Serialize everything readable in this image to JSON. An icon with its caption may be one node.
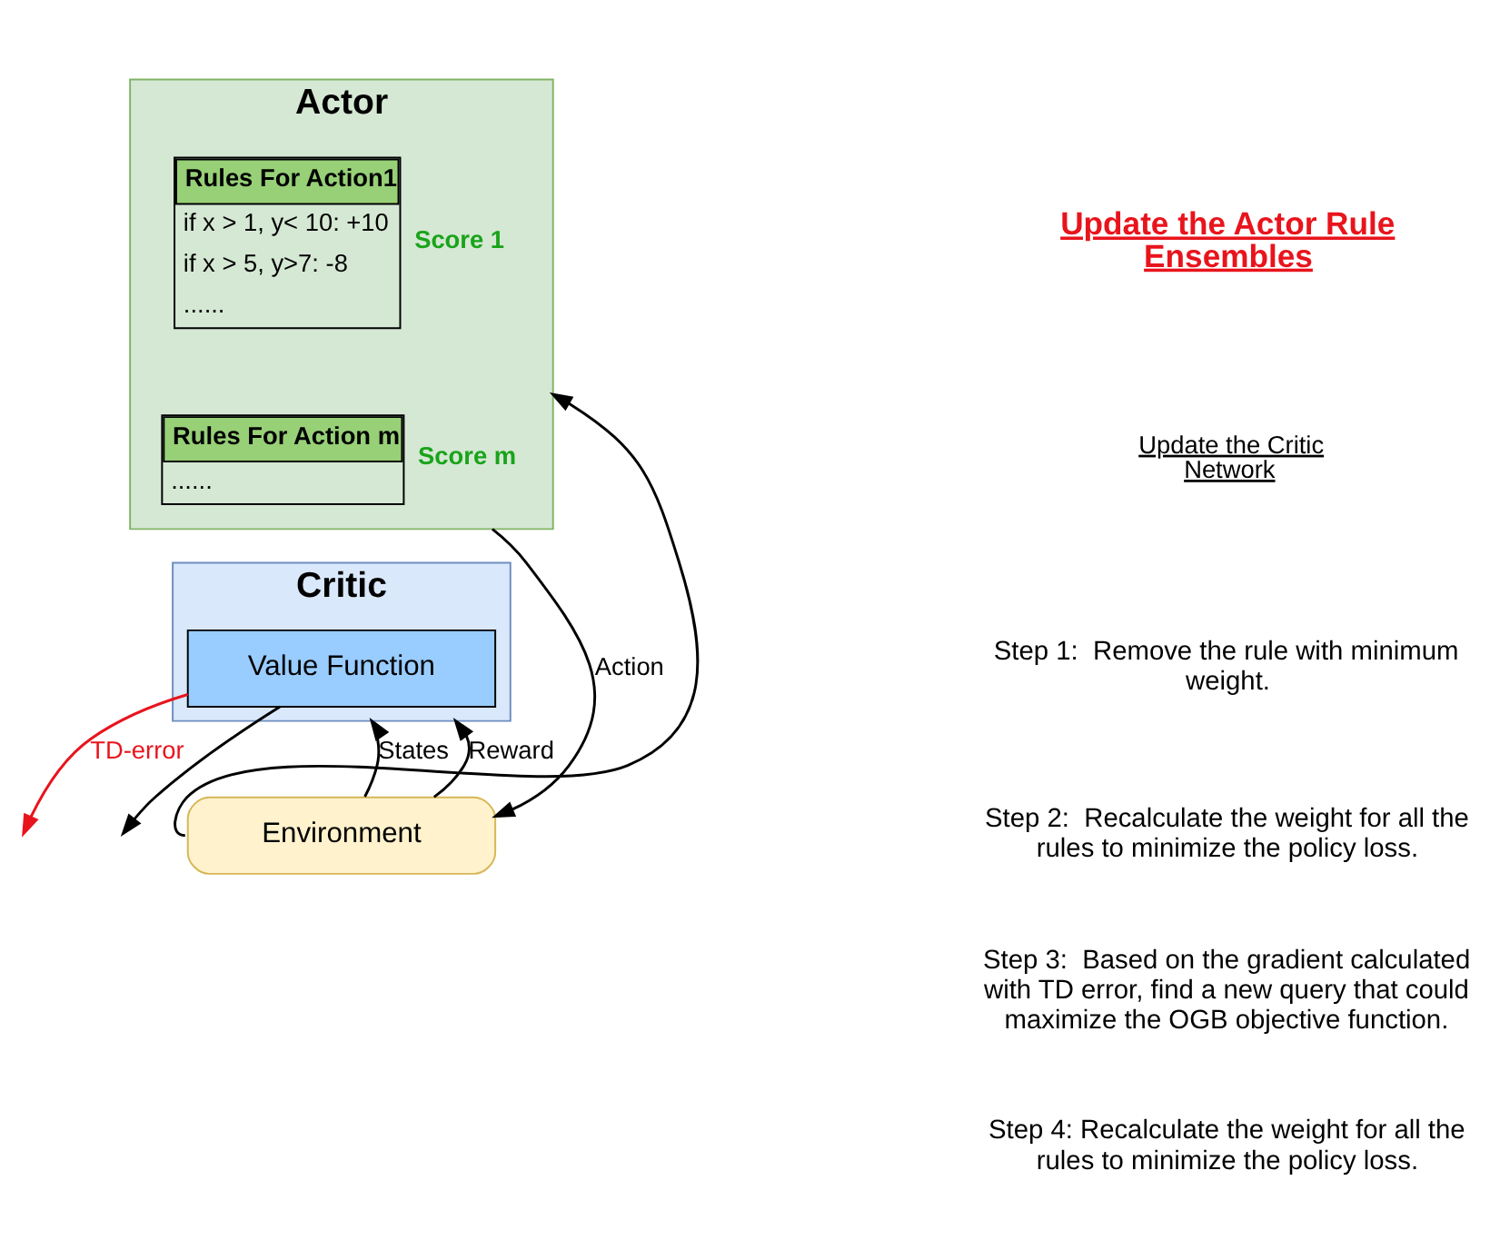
{
  "diagram": {
    "nodes": [
      {
        "text": [
          "Actor"
        ]
      },
      {
        "text": [
          "Rules For Action1",
          "if x > 1, y< 10: +10",
          "if x > 5, y>7: -8",
          "......"
        ],
        "in": 0,
        "beside": [
          "Score 1"
        ]
      },
      {
        "text": [
          "Rules For Action m",
          "......"
        ],
        "in": 0,
        "beside": [
          "Score m"
        ]
      },
      {
        "text": [
          "Critic"
        ]
      },
      {
        "text": [
          "Value Function"
        ],
        "in": 3
      },
      {
        "text": [
          "Environment"
        ]
      }
    ],
    "edges": [
      {
        "from": 0,
        "to": 5,
        "arrow": "to",
        "label": "Action"
      },
      {
        "from": 5,
        "to": 0,
        "arrow": "to"
      },
      {
        "from": 5,
        "to": 3,
        "arrow": "to",
        "label": "States"
      },
      {
        "from": 5,
        "to": 3,
        "arrow": "to",
        "label": "Reward"
      },
      {
        "from": 4,
        "to": null,
        "arrow": "to",
        "label": "TD-error",
        "color": "#e8141c"
      },
      {
        "from": 4,
        "to": null,
        "arrow": "to"
      }
    ],
    "labels": [
      "Update the Actor Rule Ensembles",
      "Update the Critic Network",
      "Step 1:  Remove the rule with minimum weight.",
      "Step 2:  Recalculate the weight for all the rules to minimize the policy loss.",
      "Step 3:  Based on the gradient calculated with TD error, find a new query that could maximize the OGB objective function.",
      "Step 4: Recalculate the weight for all the rules to minimize the policy loss."
    ]
  }
}
